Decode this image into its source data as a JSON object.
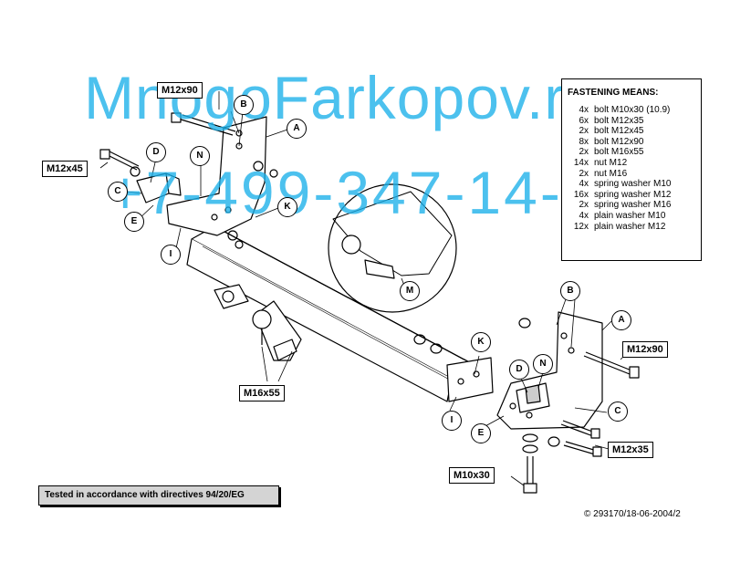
{
  "watermark": {
    "line1": "MnogoFarkopov.ru",
    "line2": "+7-499-347-14-"
  },
  "bolt_labels": {
    "m12x90_top": "M12x90",
    "m12x45": "M12x45",
    "m16x55": "M16x55",
    "m12x90_right": "M12x90",
    "m12x35": "M12x35",
    "m10x30": "M10x30"
  },
  "part_letters": {
    "a_top": "A",
    "b_top": "B",
    "c_left": "C",
    "d_left": "D",
    "e_left": "E",
    "n_left": "N",
    "k_top": "K",
    "i_left": "I",
    "m": "M",
    "b_right": "B",
    "a_right": "A",
    "k_right": "K",
    "d_right": "D",
    "n_right": "N",
    "c_right": "C",
    "i_right": "I",
    "e_right": "E"
  },
  "fastening": {
    "title": "FASTENING MEANS:",
    "items": [
      {
        "qty": "4x",
        "desc": "bolt M10x30 (10.9)"
      },
      {
        "qty": "6x",
        "desc": "bolt M12x35"
      },
      {
        "qty": "2x",
        "desc": "bolt M12x45"
      },
      {
        "qty": "8x",
        "desc": "bolt M12x90"
      },
      {
        "qty": "2x",
        "desc": "bolt M16x55"
      },
      {
        "qty": "14x",
        "desc": "nut M12"
      },
      {
        "qty": "2x",
        "desc": "nut M16"
      },
      {
        "qty": "4x",
        "desc": "spring washer M10"
      },
      {
        "qty": "16x",
        "desc": "spring washer M12"
      },
      {
        "qty": "2x",
        "desc": "spring washer M16"
      },
      {
        "qty": "4x",
        "desc": "plain washer M10"
      },
      {
        "qty": "12x",
        "desc": "plain washer M12"
      }
    ]
  },
  "footer": {
    "tested_note": "Tested in accordance with directives 94/20/EG",
    "drawing_code": "© 293170/18-06-2004/2"
  }
}
